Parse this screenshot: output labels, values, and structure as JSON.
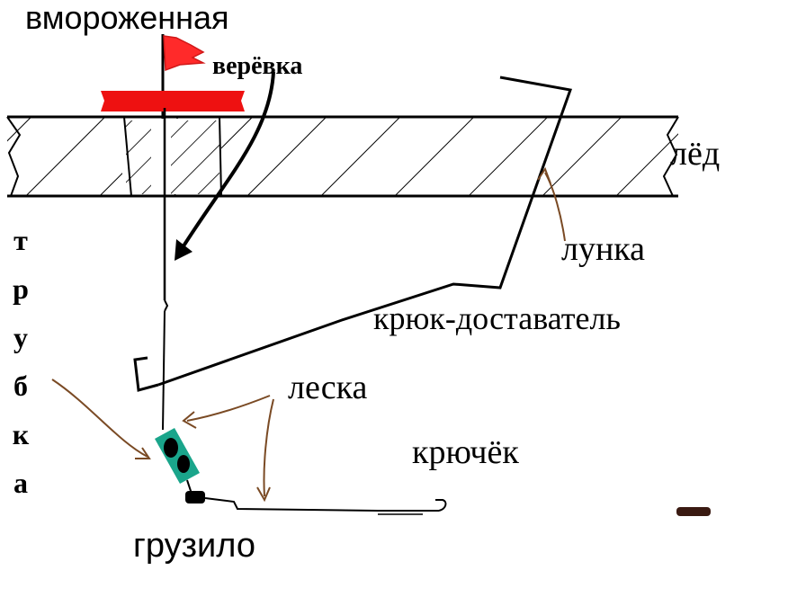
{
  "labels": {
    "frozen": "вмороженная",
    "rope": "верёвка",
    "ice": "лёд",
    "hole": "лунка",
    "hook_retriever": "крюк-доставатель",
    "fishing_line": "леска",
    "hook": "крючёк",
    "sinker": "грузило",
    "tube": "трубка"
  },
  "colors": {
    "flag": "#ff2a2a",
    "bar": "#ee1111",
    "tube_sleeve": "#1aa58b",
    "pointer_arrow": "#7a4a24",
    "ink": "#000000",
    "dash_mark": "#3a1a12"
  }
}
